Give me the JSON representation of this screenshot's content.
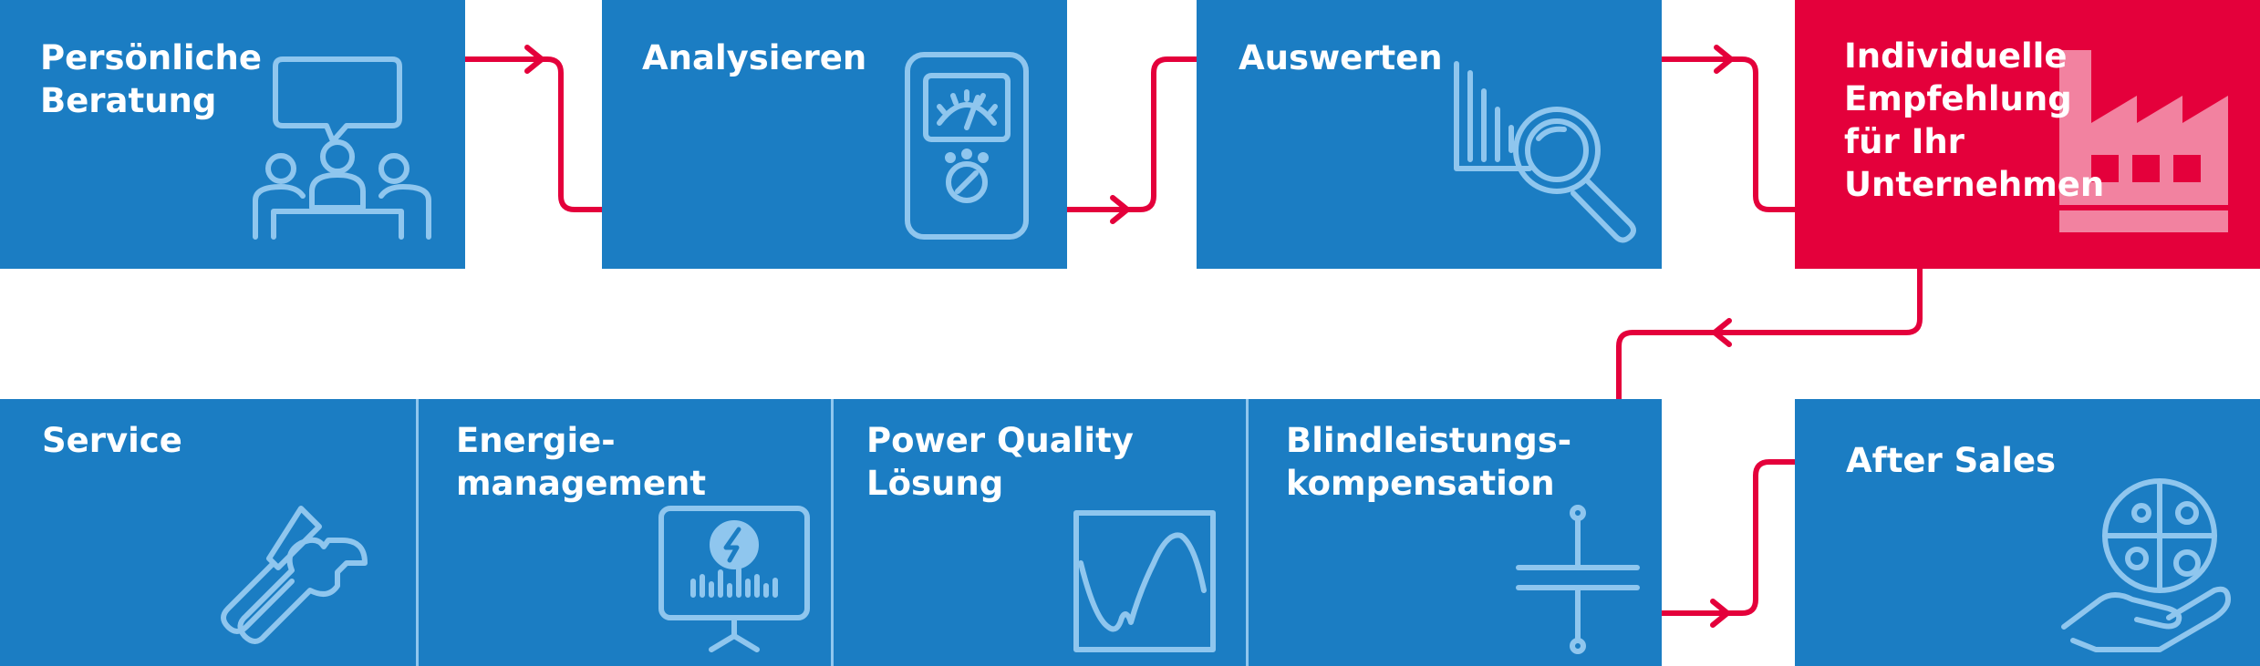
{
  "top_steps": [
    {
      "label": "Persönliche\nBeratung",
      "icon": "consultation-meeting-icon"
    },
    {
      "label": "Analysieren",
      "icon": "measurement-device-icon"
    },
    {
      "label": "Auswerten",
      "icon": "analysis-magnifier-icon"
    },
    {
      "label": "Individuelle\nEmpfehlung\nfür Ihr\nUnternehmen",
      "icon": "factory-icon"
    }
  ],
  "solutions": [
    {
      "label": "Service",
      "icon": "tools-icon"
    },
    {
      "label": "Energie-\nmanagement",
      "icon": "energy-monitor-icon"
    },
    {
      "label": "Power Quality\nLösung",
      "icon": "waveform-icon"
    },
    {
      "label": "Blindleistungs-\nkompensation",
      "icon": "capacitor-icon"
    }
  ],
  "after_sales": {
    "label": "After Sales",
    "icon": "hand-puzzle-icon"
  },
  "colors": {
    "blue": "#1b7dc3",
    "red": "#e4003b",
    "icon_line": "#8fc6ee",
    "divider": "#8fc6ee"
  }
}
